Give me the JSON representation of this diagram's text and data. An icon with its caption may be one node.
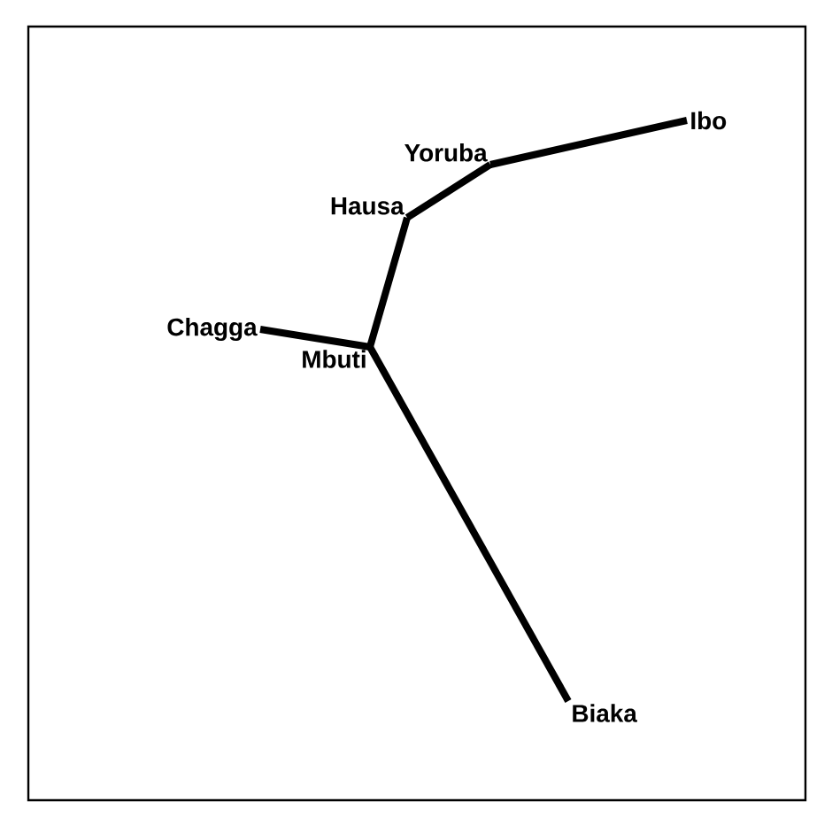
{
  "diagram": {
    "nodes": [
      {
        "text": [
          "Ibo"
        ]
      },
      {
        "text": [
          "Yoruba"
        ]
      },
      {
        "text": [
          "Hausa"
        ]
      },
      {
        "text": [
          "Chagga"
        ]
      },
      {
        "text": [
          "Mbuti"
        ]
      },
      {
        "text": [
          "Biaka"
        ]
      }
    ],
    "edges": [
      {
        "from": 0,
        "to": 1,
        "arrow": "none"
      },
      {
        "from": 1,
        "to": 2,
        "arrow": "none"
      },
      {
        "from": 2,
        "to": 4,
        "arrow": "none"
      },
      {
        "from": 3,
        "to": 4,
        "arrow": "none"
      },
      {
        "from": 4,
        "to": 5,
        "arrow": "none"
      }
    ]
  }
}
